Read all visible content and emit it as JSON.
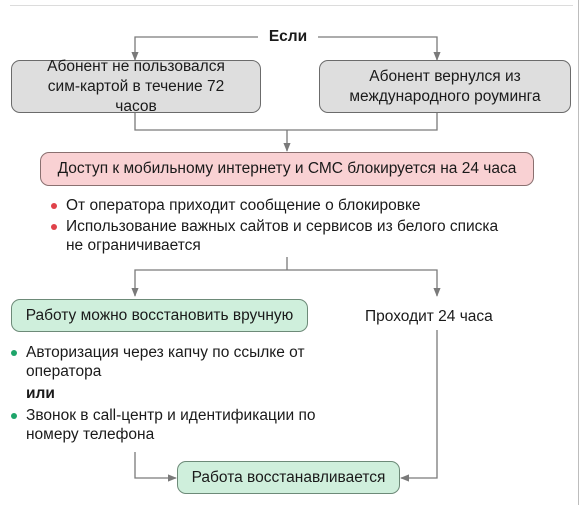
{
  "condition_label": "Если",
  "conditions": [
    {
      "text": "Абонент не пользовался сим-картой в течение 72 часов"
    },
    {
      "text": "Абонент вернулся из международного роуминга"
    }
  ],
  "block_box": {
    "text": "Доступ к мобильному интернету и СМС блокируется на 24 часа"
  },
  "block_notes": [
    "От оператора приходит сообщение о блокировке",
    "Использование важных сайтов и сервисов из белого списка не ограничивается"
  ],
  "manual_box": {
    "text": "Работу можно восстановить вручную"
  },
  "wait_label": "Проходит 24 часа",
  "manual_notes": {
    "first": "Авторизация через капчу по ссылке от оператора",
    "or": "или",
    "second": "Звонок в call-центр и идентификации по номеру телефона"
  },
  "result_box": {
    "text": "Работа восстанавливается"
  },
  "colors": {
    "condition_fill": "#dedede",
    "block_fill": "#f9d1d3",
    "restore_fill": "#cfefdc",
    "block_bullet": "#e0424a",
    "restore_bullet": "#1ea56a",
    "connector": "#7a7a7a"
  }
}
